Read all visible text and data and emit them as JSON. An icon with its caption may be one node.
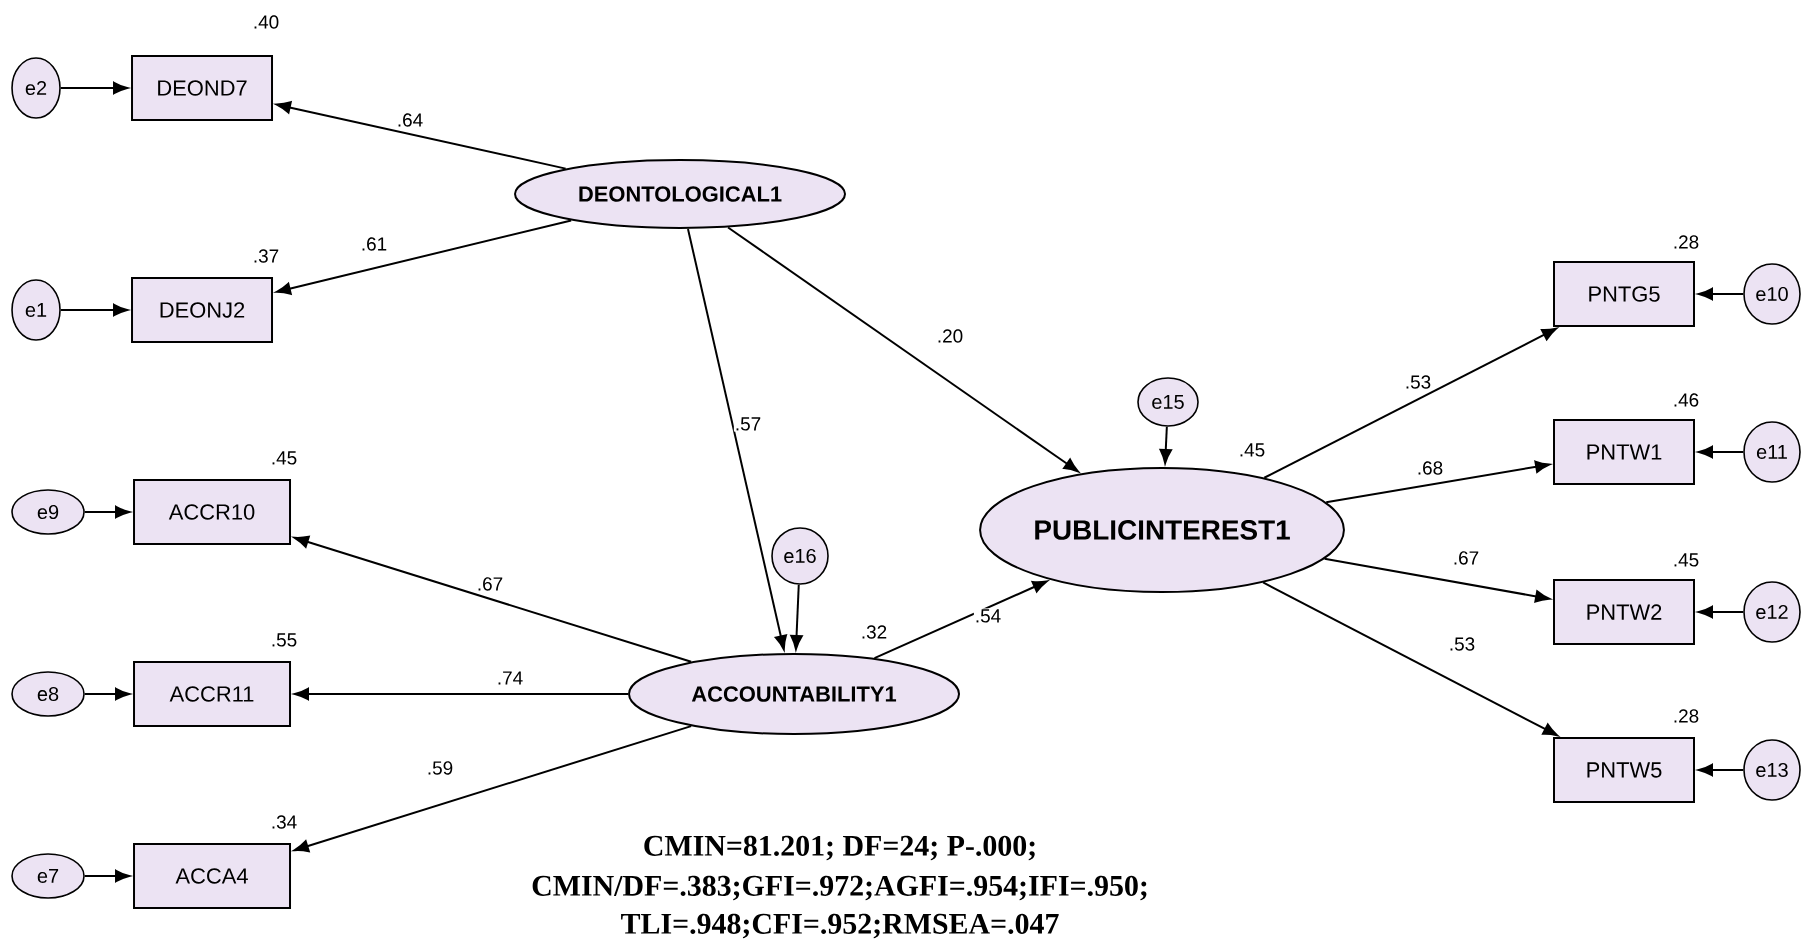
{
  "diagram": {
    "nodes": [
      {
        "text": [
          "DEONTOLOGICAL1"
        ]
      },
      {
        "text": [
          "e2"
        ]
      },
      {
        "text": [
          "DEOND7"
        ],
        "beside": [
          ".40"
        ]
      },
      {
        "text": [
          "e1"
        ]
      },
      {
        "text": [
          "DEONJ2"
        ],
        "beside": [
          ".37"
        ]
      },
      {
        "text": [
          "e9"
        ]
      },
      {
        "text": [
          "ACCR10"
        ],
        "beside": [
          ".45"
        ]
      },
      {
        "text": [
          "e8"
        ]
      },
      {
        "text": [
          "ACCR11"
        ],
        "beside": [
          ".55"
        ]
      },
      {
        "text": [
          "e7"
        ]
      },
      {
        "text": [
          "ACCA4"
        ],
        "beside": [
          ".34"
        ]
      },
      {
        "text": [
          "e16"
        ]
      },
      {
        "text": [
          "ACCOUNTABILITY1"
        ],
        "beside": [
          ".32"
        ]
      },
      {
        "text": [
          "e15"
        ]
      },
      {
        "text": [
          "PUBLICINTEREST1"
        ],
        "beside": [
          ".45"
        ]
      },
      {
        "text": [
          "PNTG5"
        ],
        "beside": [
          ".28"
        ]
      },
      {
        "text": [
          "e10"
        ]
      },
      {
        "text": [
          "PNTW1"
        ],
        "beside": [
          ".46"
        ]
      },
      {
        "text": [
          "e11"
        ]
      },
      {
        "text": [
          "PNTW2"
        ],
        "beside": [
          ".45"
        ]
      },
      {
        "text": [
          "e12"
        ]
      },
      {
        "text": [
          "PNTW5"
        ],
        "beside": [
          ".28"
        ]
      },
      {
        "text": [
          "e13"
        ]
      }
    ],
    "edges": [
      {
        "from": 1,
        "to": 2,
        "arrow": "to"
      },
      {
        "from": 0,
        "to": 2,
        "arrow": "to",
        "label": ".64"
      },
      {
        "from": 0,
        "to": 4,
        "arrow": "to",
        "label": ".61"
      },
      {
        "from": 3,
        "to": 4,
        "arrow": "to"
      },
      {
        "from": 0,
        "to": 12,
        "arrow": "to",
        "label": ".57"
      },
      {
        "from": 0,
        "to": 14,
        "arrow": "to",
        "label": ".20"
      },
      {
        "from": 5,
        "to": 6,
        "arrow": "to"
      },
      {
        "from": 12,
        "to": 6,
        "arrow": "to",
        "label": ".67"
      },
      {
        "from": 7,
        "to": 8,
        "arrow": "to"
      },
      {
        "from": 12,
        "to": 8,
        "arrow": "to",
        "label": ".74"
      },
      {
        "from": 9,
        "to": 10,
        "arrow": "to"
      },
      {
        "from": 12,
        "to": 10,
        "arrow": "to",
        "label": ".59"
      },
      {
        "from": 11,
        "to": 12,
        "arrow": "to"
      },
      {
        "from": 12,
        "to": 14,
        "arrow": "to",
        "label": ".54"
      },
      {
        "from": 13,
        "to": 14,
        "arrow": "to"
      },
      {
        "from": 14,
        "to": 15,
        "arrow": "to",
        "label": ".53"
      },
      {
        "from": 14,
        "to": 17,
        "arrow": "to",
        "label": ".68"
      },
      {
        "from": 14,
        "to": 19,
        "arrow": "to",
        "label": ".67"
      },
      {
        "from": 14,
        "to": 21,
        "arrow": "to",
        "label": ".53"
      },
      {
        "from": 16,
        "to": 15,
        "arrow": "to"
      },
      {
        "from": 18,
        "to": 17,
        "arrow": "to"
      },
      {
        "from": 20,
        "to": 19,
        "arrow": "to"
      },
      {
        "from": 22,
        "to": 21,
        "arrow": "to"
      }
    ],
    "labels": [
      "CMIN=81.201; DF=24; P-.000;",
      "CMIN/DF=.383;GFI=.972;AGFI=.954;IFI=.950;",
      "TLI=.948;CFI=.952;RMSEA=.047"
    ]
  }
}
